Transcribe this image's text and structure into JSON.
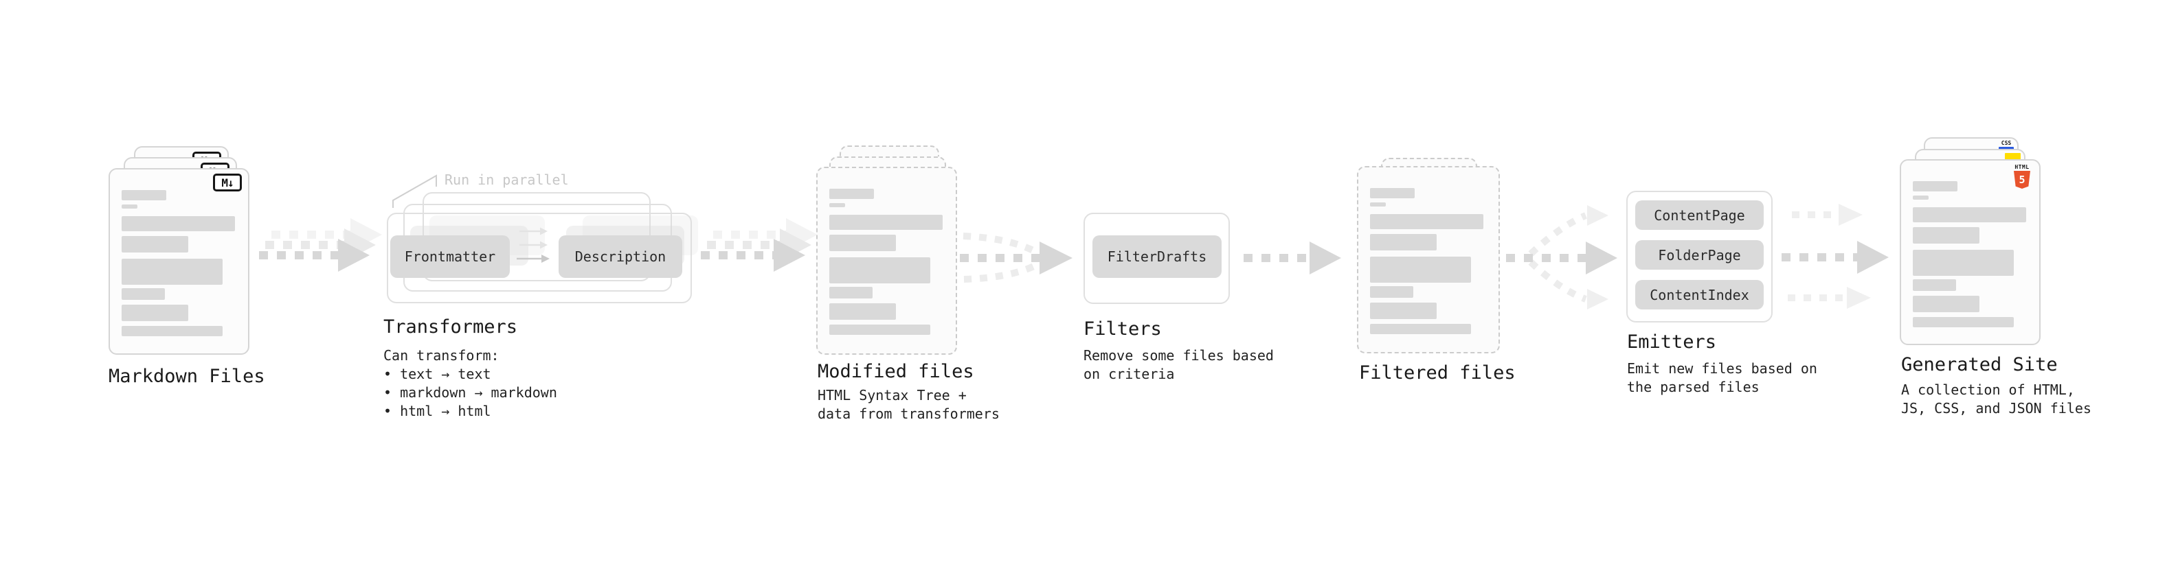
{
  "diagram": {
    "nodes": {
      "markdown_files": {
        "label": "Markdown Files",
        "icon_text": "M↓"
      },
      "transformers": {
        "title": "Transformers",
        "annotation": "Run in parallel",
        "steps": [
          "Frontmatter",
          "Description"
        ],
        "description": "Can transform:\n • text → text\n • markdown → markdown\n • html → html"
      },
      "modified_files": {
        "title": "Modified files",
        "description": "HTML Syntax Tree +\ndata from transformers"
      },
      "filters": {
        "title": "Filters",
        "button": "FilterDrafts",
        "description": "Remove some files based\non criteria"
      },
      "filtered_files": {
        "title": "Filtered files"
      },
      "emitters": {
        "title": "Emitters",
        "buttons": [
          "ContentPage",
          "FolderPage",
          "ContentIndex"
        ],
        "description": "Emit new files based on\nthe parsed files"
      },
      "generated_site": {
        "title": "Generated Site",
        "description": "A collection of HTML,\nJS, CSS, and JSON files",
        "css_label": "CSS",
        "html_label": "HTML",
        "html5_number": "5"
      }
    },
    "colors": {
      "arrow": "#d7d7d7",
      "arrow_mid": "#e9e9e9",
      "arrow_light": "#f3f3f3",
      "connector_light": "#ececec",
      "bar": "#d9d9d9",
      "css_blue": "#2b5be0",
      "js_yellow": "#ffdd00",
      "html5_orange": "#e8532c"
    }
  }
}
